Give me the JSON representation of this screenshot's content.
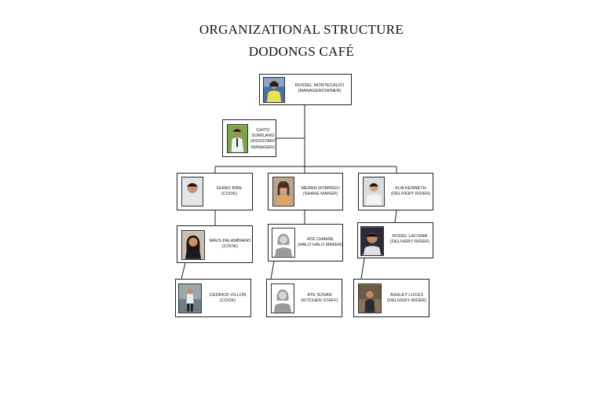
{
  "title": "ORGANIZATIONAL STRUCTURE",
  "subtitle": "DODONGS CAFÉ",
  "nodes": {
    "russel": {
      "name": "RUSSEL MONTECALVO",
      "role": "(MANAGER/OWNER)"
    },
    "chito": {
      "name": "CHITO SUMILANG",
      "role": "(ASSISTANT MANAGER)"
    },
    "ghino": {
      "name": "GHINO BIBE",
      "role": "(COOK)"
    },
    "meann": {
      "name": "MEANN DOMINGO",
      "role": "(SHAKE MAKER)"
    },
    "kua": {
      "name": "KUA KENNETH",
      "role": "(DELIVERY RIDER)"
    },
    "mavs": {
      "name": "MAVS PALAMBIANO",
      "role": "(COOK)"
    },
    "chamie": {
      "name": "ATE CHAMIE",
      "role": "(HALO HALO MAKER)"
    },
    "rodel": {
      "name": "RODEL LACSINA",
      "role": "(DELIVERY RIDER)"
    },
    "cedrick": {
      "name": "CEDRICK VILLON",
      "role": "(COOK)"
    },
    "susan": {
      "name": "ATE SUSAN",
      "role": "(KITCHEN STAFF)"
    },
    "ashley": {
      "name": "ASHLEY LUCES",
      "role": "(DELIVERY RIDER)"
    }
  },
  "colors": {
    "line": "#222222",
    "placeholder": "#9a9a9a"
  }
}
